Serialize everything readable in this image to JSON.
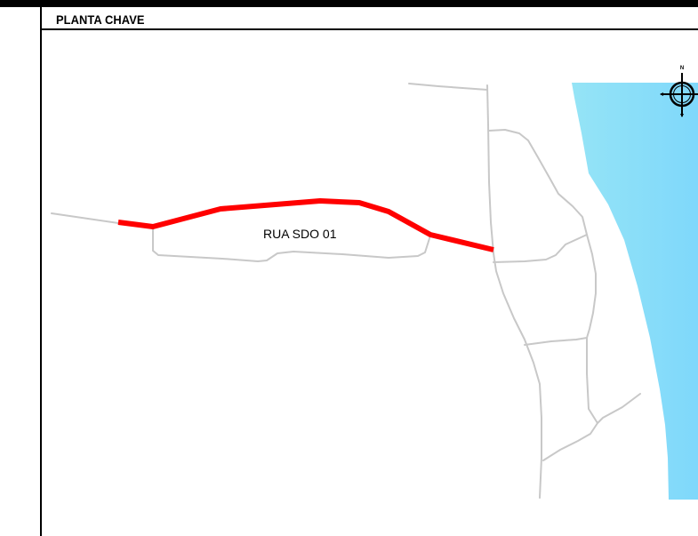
{
  "header": {
    "title": "PLANTA CHAVE"
  },
  "map": {
    "highlighted_street": {
      "label": "RUA SDO 01",
      "color": "#ff0000"
    },
    "road_color": "#c8c8c8",
    "water_colors": [
      "#8fe2f7",
      "#7ad6fb"
    ],
    "compass": {
      "icon": "north-arrow-icon",
      "north_glyph": "N"
    }
  }
}
